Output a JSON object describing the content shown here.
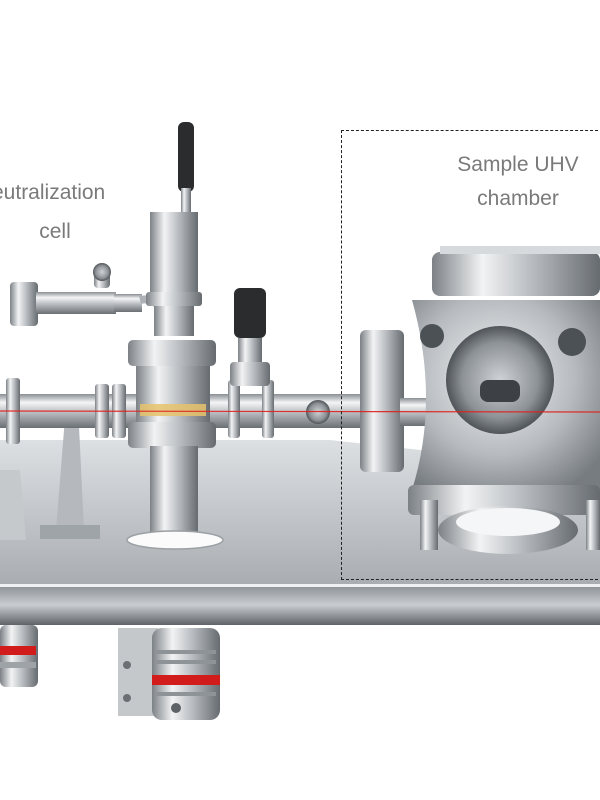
{
  "labels": {
    "neutralization_line1": "eutralization",
    "neutralization_line2": "cell",
    "sample_line1": "Sample UHV",
    "sample_line2": "chamber"
  },
  "colors": {
    "background": "#ffffff",
    "label_text": "#7a7a7a",
    "steel_light": "#e6e8ea",
    "steel_mid": "#b4b8bc",
    "steel_dark": "#6d7277",
    "table_top": "#cfd2d5",
    "red_band": "#d21c1c",
    "laser_beam": "#e0201d",
    "dashed_box": "#222222"
  },
  "components": [
    "neutralization-cell",
    "sample-uhv-chamber",
    "vertical-manipulator",
    "gate-valve",
    "beam-line",
    "optical-table",
    "vibration-isolator-feet"
  ]
}
